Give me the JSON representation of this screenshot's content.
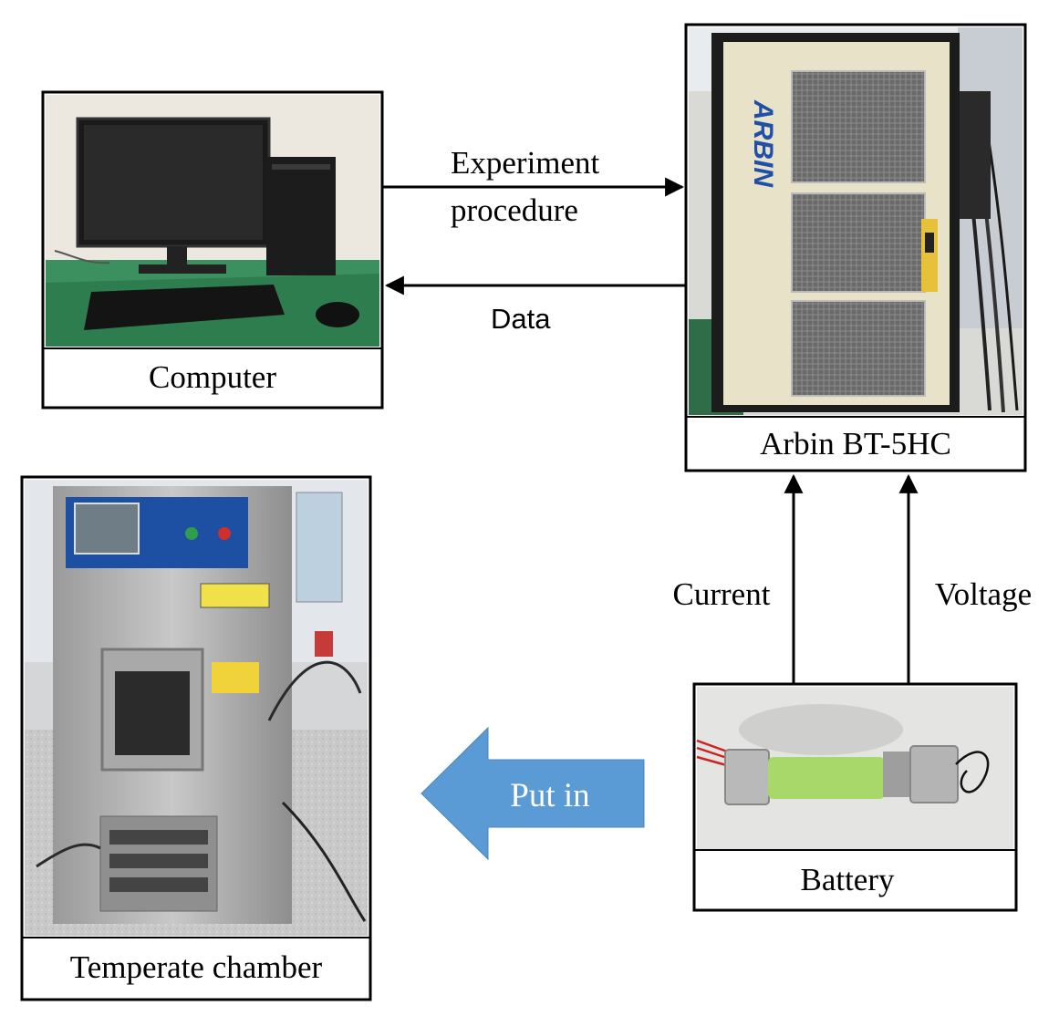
{
  "computer": {
    "caption": "Computer"
  },
  "arbin": {
    "caption": "Arbin BT-5HC",
    "logo": "ARBIN"
  },
  "chamber": {
    "caption": "Temperate chamber"
  },
  "battery": {
    "caption": "Battery"
  },
  "arrows": {
    "experiment_line1": "Experiment",
    "experiment_line2": "procedure",
    "data": "Data",
    "current": "Current",
    "voltage": "Voltage",
    "put_in": "Put in"
  },
  "colors": {
    "put_in_arrow": "#5b9bd5",
    "desk_green": "#2e7d4f",
    "battery_green": "#a8d86a",
    "cabinet": "#e8e2c8"
  }
}
